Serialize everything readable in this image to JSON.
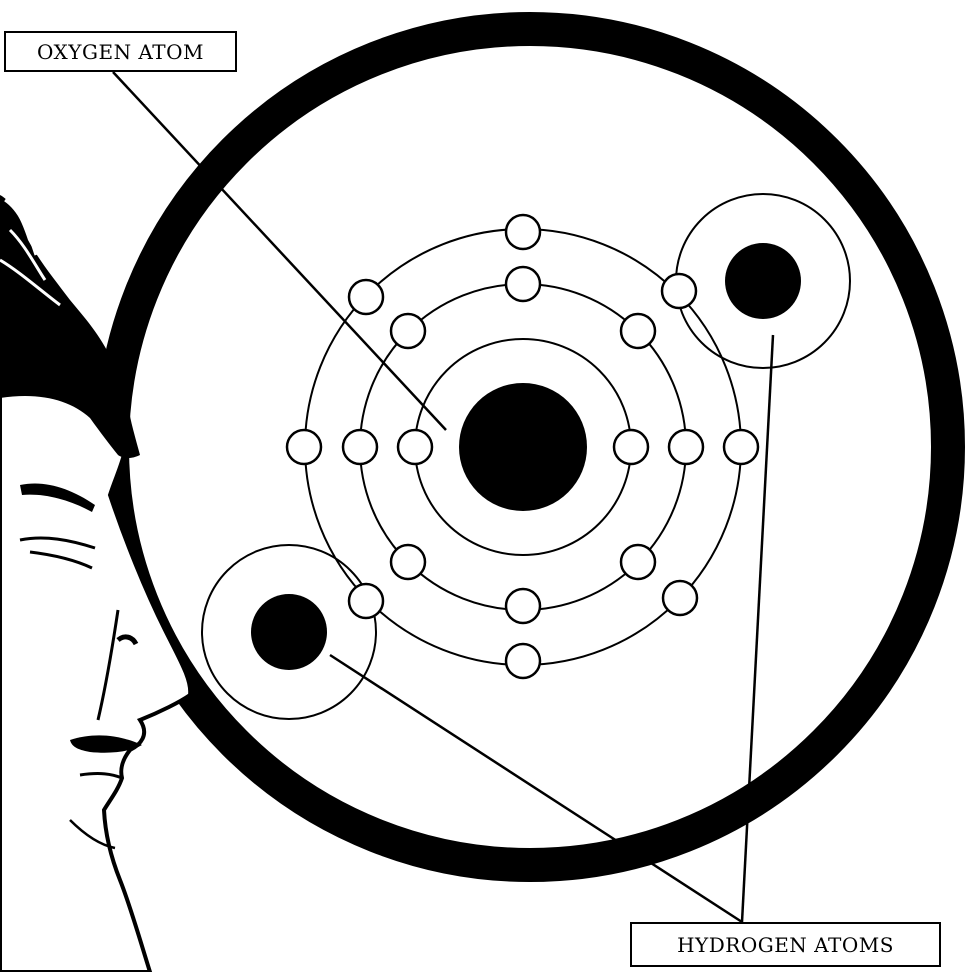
{
  "labels": {
    "oxygen": "OXYGEN ATOM",
    "hydrogen": "HYDROGEN ATOMS"
  },
  "colors": {
    "ink": "#000000",
    "paper": "#ffffff"
  },
  "diagram": {
    "oxygen_shells": [
      {
        "name": "inner-shell",
        "electrons": 2
      },
      {
        "name": "middle-shell",
        "electrons": 8
      },
      {
        "name": "outer-shell",
        "electrons": 8
      }
    ],
    "hydrogen_atoms": 2
  }
}
